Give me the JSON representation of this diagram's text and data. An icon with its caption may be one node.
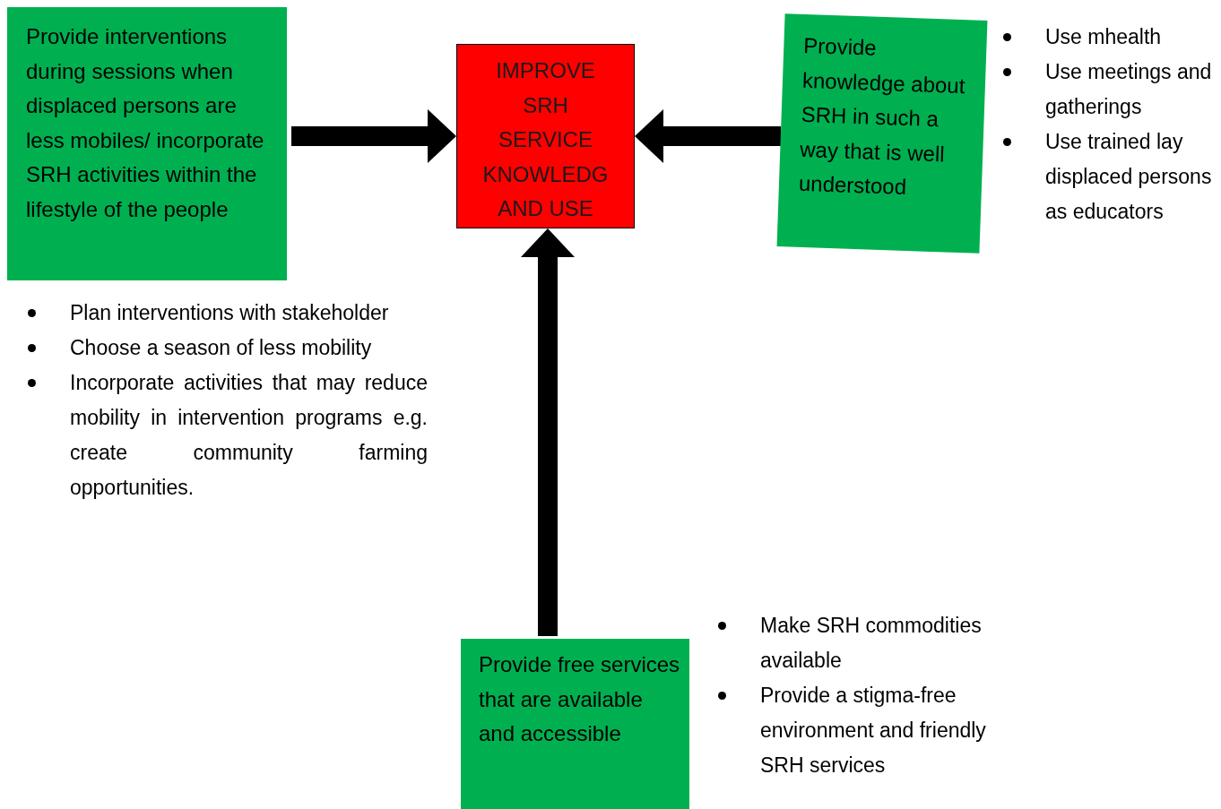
{
  "diagram": {
    "nodes": [
      {
        "text": [
          "Provide interventions during sessions when displaced persons are less mobiles/ incorporate SRH activities within the lifestyle of the people"
        ],
        "beside": [
          "Plan interventions with stakeholder",
          "Choose a season of less mobility",
          "Incorporate activities that may reduce mobility in intervention programs e.g. create community farming opportunities."
        ]
      },
      {
        "text": [
          "IMPROVE SRH SERVICE KNOWLEDG AND USE"
        ]
      },
      {
        "text": [
          "Provide knowledge about SRH in such a way that is well understood"
        ],
        "beside": [
          "Use mhealth",
          "Use meetings and gatherings",
          "Use trained lay displaced persons as educators"
        ]
      },
      {
        "text": [
          "Provide free services that are available and accessible"
        ],
        "beside": [
          "Make SRH commodities available",
          "Provide a stigma-free environment and friendly SRH services"
        ]
      }
    ],
    "edges": [
      {
        "from": 0,
        "to": 1,
        "arrow": "to"
      },
      {
        "from": 2,
        "to": 1,
        "arrow": "to"
      },
      {
        "from": 3,
        "to": 1,
        "arrow": "to"
      }
    ]
  }
}
